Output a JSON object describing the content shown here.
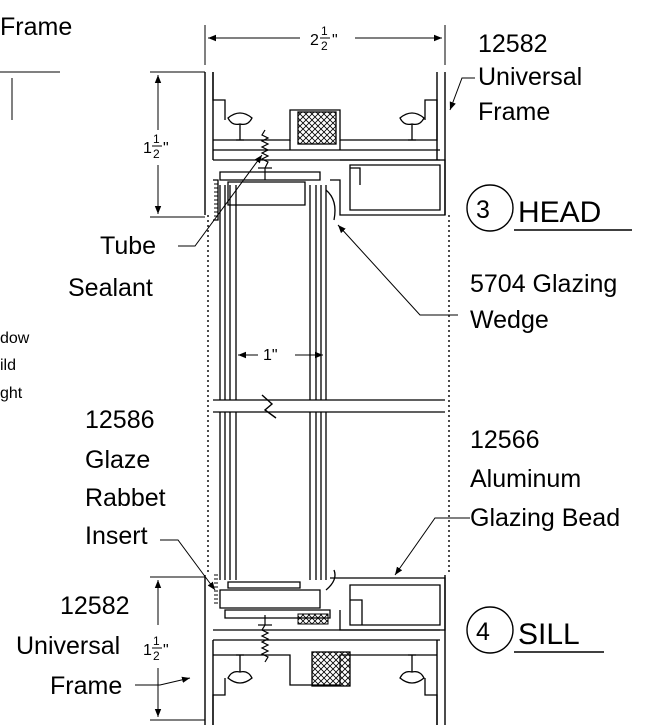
{
  "labels": {
    "frame_partial": "Frame",
    "head_frame_number": "12582",
    "head_frame_line1": "Universal",
    "head_frame_line2": "Frame",
    "tube_sealant_line1": "Tube",
    "tube_sealant_line2": "Sealant",
    "glazing_wedge_line1": "5704 Glazing",
    "glazing_wedge_line2": "Wedge",
    "window_build_line1": "dow",
    "window_build_line2": "ild",
    "window_build_line3": "ght",
    "insert_number": "12586",
    "insert_line1": "Glaze",
    "insert_line2": "Rabbet",
    "insert_line3": "Insert",
    "bead_number": "12566",
    "bead_line1": "Aluminum",
    "bead_line2": "Glazing Bead",
    "sill_frame_number": "12582",
    "sill_frame_line1": "Universal",
    "sill_frame_line2": "Frame"
  },
  "sections": {
    "head_number": "3",
    "head_label": "HEAD",
    "sill_number": "4",
    "sill_label": "SILL"
  },
  "dimensions": {
    "overall_width_whole": "2",
    "overall_width_num": "1",
    "overall_width_den": "2",
    "head_height_whole": "1",
    "head_height_num": "1",
    "head_height_den": "2",
    "glass_thickness": "1\"",
    "sill_height_whole": "1",
    "sill_height_num": "1",
    "sill_height_den": "2",
    "inch_mark": "\""
  }
}
